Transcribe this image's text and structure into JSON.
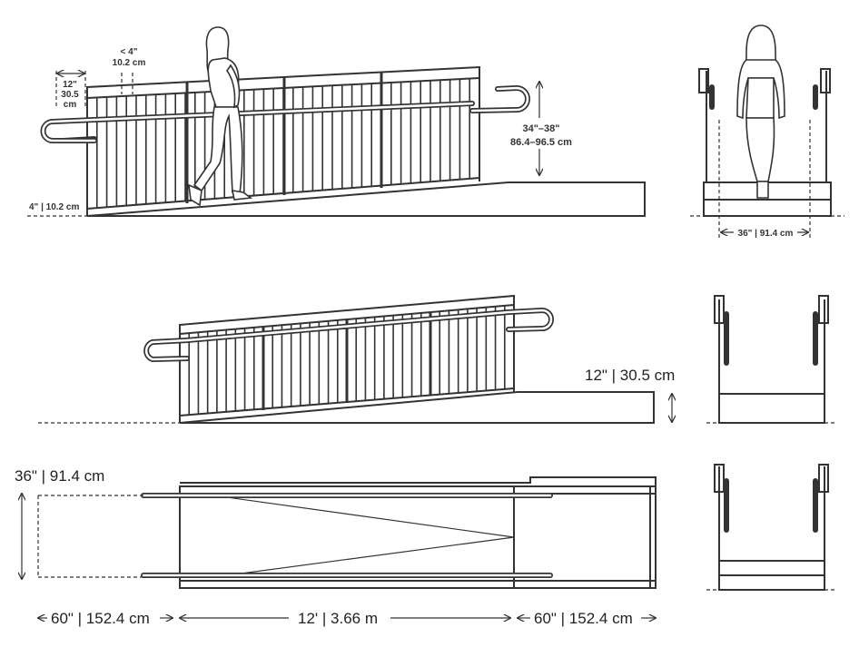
{
  "labels": {
    "baluster_spacing": "12\"",
    "baluster_spacing_cm_a": "30.5",
    "baluster_spacing_cm_b": "cm",
    "gap_max": "< 4\"",
    "gap_max_cm": "10.2 cm",
    "curb": "4\" | 10.2 cm",
    "rail_height": "34\"–38\"",
    "rail_height_cm": "86.4–96.5 cm",
    "width_front": "36\" | 91.4 cm",
    "rise": "12\" | 30.5 cm",
    "width_plan": "36\" | 91.4 cm",
    "landing_left": "60\" | 152.4 cm",
    "run": "12' | 3.66 m",
    "landing_right": "60\" | 152.4 cm"
  }
}
